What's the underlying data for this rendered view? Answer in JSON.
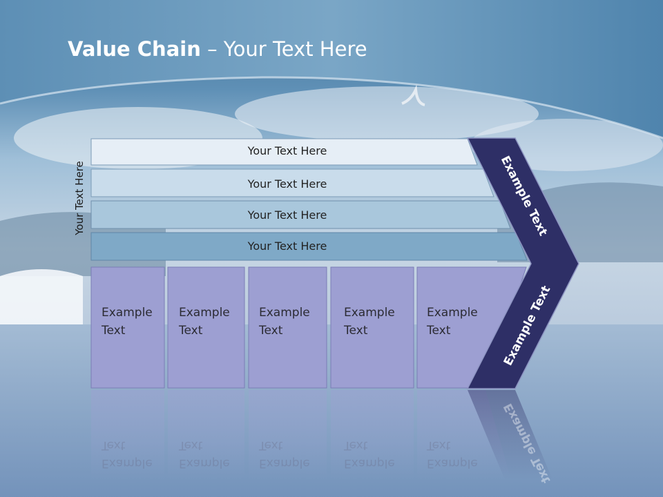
{
  "slide": {
    "title_bold": "Value Chain",
    "title_rest": " – Your Text Here",
    "side_label": "Your Text Here"
  },
  "rows": [
    {
      "label": "Your Text Here"
    },
    {
      "label": "Your Text Here"
    },
    {
      "label": "Your Text Here"
    },
    {
      "label": "Your Text Here"
    }
  ],
  "boxes": [
    {
      "line1": "Example",
      "line2": "Text"
    },
    {
      "line1": "Example",
      "line2": "Text"
    },
    {
      "line1": "Example",
      "line2": "Text"
    },
    {
      "line1": "Example",
      "line2": "Text"
    },
    {
      "line1": "Example",
      "line2": "Text"
    }
  ],
  "arrow": {
    "upper_label": "Example Text",
    "lower_label": "Example Text"
  },
  "colors": {
    "row1": "#e6eef6",
    "row2": "#c9dceb",
    "row3": "#a9c7dc",
    "row4": "#7fa9c7",
    "box": "#9d9fd2",
    "arrow": "#2e2f66"
  }
}
